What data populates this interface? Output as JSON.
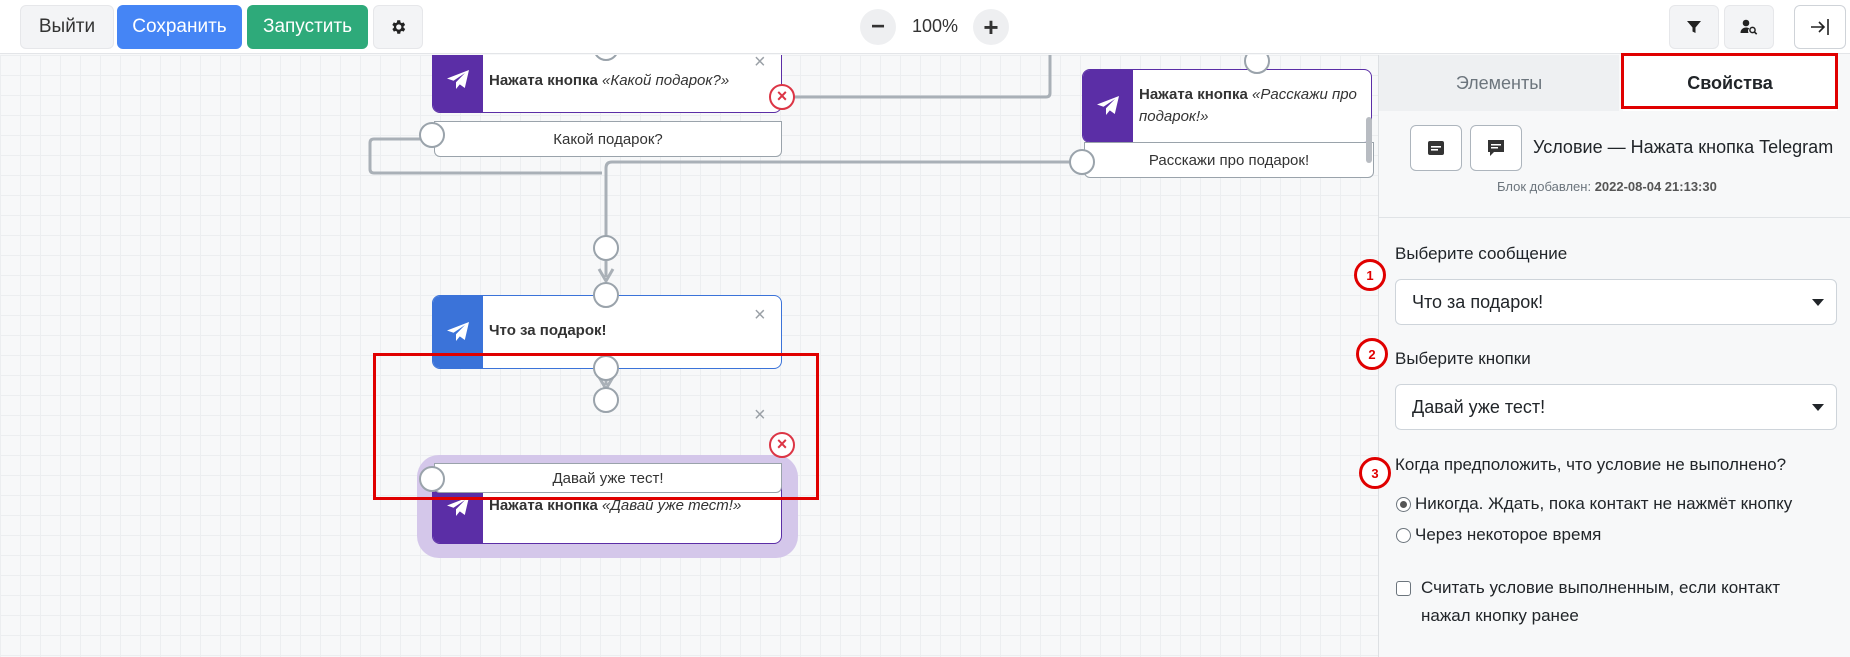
{
  "toolbar": {
    "exit_label": "Выйти",
    "save_label": "Сохранить",
    "run_label": "Запустить",
    "zoom": "100%",
    "zoom_out": "−",
    "zoom_in": "+"
  },
  "canvas": {
    "node1": {
      "title": "Нажата кнопка",
      "quote": "«Какой подарок?»",
      "button_label": "Какой подарок?"
    },
    "node2": {
      "title": "Нажата кнопка",
      "quote": "«Расскажи про подарок!»",
      "button_label": "Расскажи про подарок!"
    },
    "node3": {
      "title": "Что за подарок!"
    },
    "node4": {
      "title": "Нажата кнопка",
      "quote": "«Давай уже тест!»",
      "button_label": "Давай уже тест!"
    },
    "close_glyph": "×",
    "delete_glyph": "×"
  },
  "panel": {
    "tabs": [
      "Элементы",
      "Свойства"
    ],
    "active_tab": "Свойства",
    "condition_title": "Условие — Нажата кнопка Telegram",
    "added_label": "Блок добавлен:",
    "added_value": "2022-08-04 21:13:30",
    "message_label": "Выберите сообщение",
    "message_value": "Что за подарок!",
    "buttons_label": "Выберите кнопки",
    "buttons_value": "Давай уже тест!",
    "fail_question": "Когда предположить, что условие не выполнено?",
    "options": [
      "Никогда. Ждать, пока контакт не нажмёт кнопку",
      "Через некоторое время"
    ],
    "selected_option": "Никогда. Ждать, пока контакт не нажмёт кнопку",
    "checkbox_label": "Считать условие выполненным, если контакт нажал кнопку ранее",
    "checkbox_checked": false
  },
  "markers": [
    "1",
    "2",
    "3"
  ],
  "colors": {
    "save": "#4585f5",
    "run": "#2eaa7a",
    "telegram_purple": "#5b2ea6",
    "telegram_blue": "#3b73d9",
    "highlight": "#e00000"
  },
  "icons": [
    "gear-icon",
    "filter-icon",
    "user-search-icon",
    "collapse-panel-icon",
    "telegram-icon",
    "message-icon",
    "chat-icon"
  ]
}
